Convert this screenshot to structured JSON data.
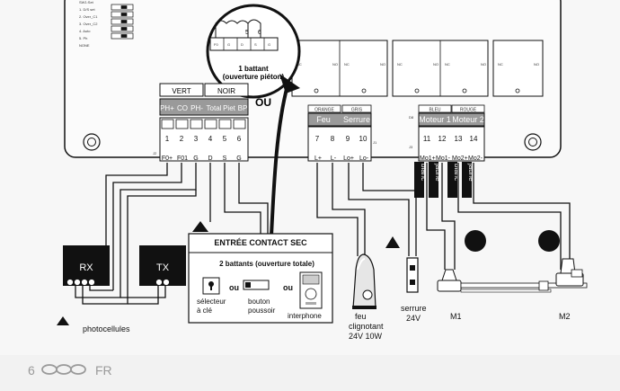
{
  "dip_switch": {
    "header": "SW1:Set",
    "modes": [
      "1. D/S set",
      "2. Over_C1",
      "3. Over_C2",
      "4. Auto",
      "5. Ph",
      "NONE"
    ]
  },
  "zoom": {
    "pins": [
      "5",
      "6"
    ],
    "labels": [
      "F0",
      "G",
      "D",
      "S",
      "G"
    ],
    "caption_line1": "1 battant",
    "caption_line2": "(ouverture piéton)"
  },
  "ou_center": "OU",
  "left_block": {
    "color_vert": "VERT",
    "color_noir": "NOIR",
    "func_labels": [
      "PH+",
      "CO",
      "PH-",
      "Total",
      "Piet",
      "BP"
    ],
    "numbers": [
      "1",
      "2",
      "3",
      "4",
      "5",
      "6"
    ],
    "pins": [
      "F0+",
      "F01",
      "G",
      "D",
      "S",
      "G"
    ],
    "j_label": "J2"
  },
  "mid_block": {
    "color_orange": "ORANGE",
    "color_gris": "GRIS",
    "func_feu": "Feu",
    "func_serrure": "Serrure",
    "numbers": [
      "7",
      "8",
      "9",
      "10"
    ],
    "pins": [
      "L+",
      "L-",
      "Lo+",
      "Lo-"
    ],
    "j_label": "J1"
  },
  "right_block": {
    "color_bleu": "BLEU",
    "color_rouge": "ROUGE",
    "moteur1": "Moteur 1",
    "moteur2": "Moteur 2",
    "numbers": [
      "11",
      "12",
      "13",
      "14"
    ],
    "pins": [
      "Mo1+",
      "Mo1-",
      "Mo2+",
      "Mo2-"
    ],
    "j_label": "J3",
    "d_label": "D8"
  },
  "relays": {
    "nc": "NC",
    "no": "NO"
  },
  "wire_colors": [
    "blanc",
    "jaune",
    "blanc",
    "jaune"
  ],
  "devices": {
    "rx": "RX",
    "tx": "TX",
    "photocellules": "photocellules",
    "entree_title": "ENTRÉE CONTACT SEC",
    "entree_subtitle": "2 battants (ouverture totale)",
    "ou": "ou",
    "selecteur_1": "sélecteur",
    "selecteur_2": "à clé",
    "bouton_1": "bouton",
    "bouton_2": "poussoir",
    "interphone": "interphone",
    "feu_1": "feu",
    "feu_2": "clignotant",
    "feu_3": "24V 10W",
    "serrure_1": "serrure",
    "serrure_2": "24V",
    "m1": "M1",
    "m2": "M2"
  },
  "footer": {
    "page": "6",
    "lang": "FR"
  }
}
